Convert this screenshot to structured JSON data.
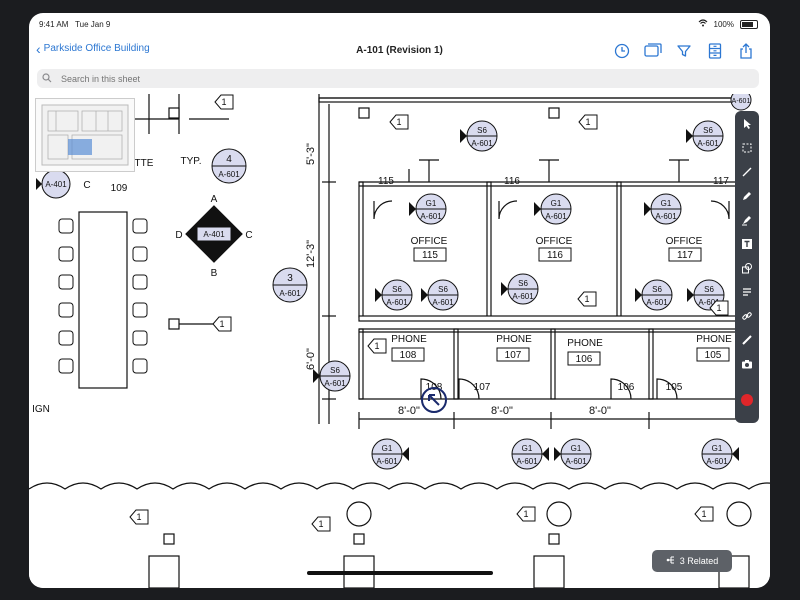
{
  "status": {
    "time": "9:41 AM",
    "date": "Tue Jan 9",
    "battery": "100%"
  },
  "nav": {
    "back_label": "Parkside Office Building",
    "title": "A-101 (Revision 1)"
  },
  "search": {
    "placeholder": "Search in this sheet"
  },
  "related": {
    "label": "3 Related"
  },
  "rooms": {
    "office": "OFFICE",
    "phone": "PHONE",
    "r115": "115",
    "r116": "116",
    "r117": "117",
    "r108": "108",
    "r107": "107",
    "r106": "106",
    "r105": "105",
    "r109": "109"
  },
  "tags": {
    "typ": "TYP.",
    "tte": "TTE",
    "ign": "IGN",
    "dim_53": "5'-3\"",
    "dim_123": "12'-3\"",
    "dim_60": "6'-0\"",
    "dim_80": "8'-0\"",
    "dim_80b": "8'-0\"",
    "dim_80c": "8'-0\""
  },
  "markers": {
    "s6": "S6",
    "g1": "G1",
    "a601": "A-601",
    "a401": "A-401",
    "four": "4",
    "three": "3",
    "one": "1",
    "a": "A",
    "b": "B",
    "c": "C",
    "d": "D",
    "partial_top": "A-601"
  },
  "colors": {
    "accent": "#2c77d2",
    "toolbar": "#3b4048",
    "record": "#e0262a",
    "plan_blue": "#d9dbef"
  }
}
